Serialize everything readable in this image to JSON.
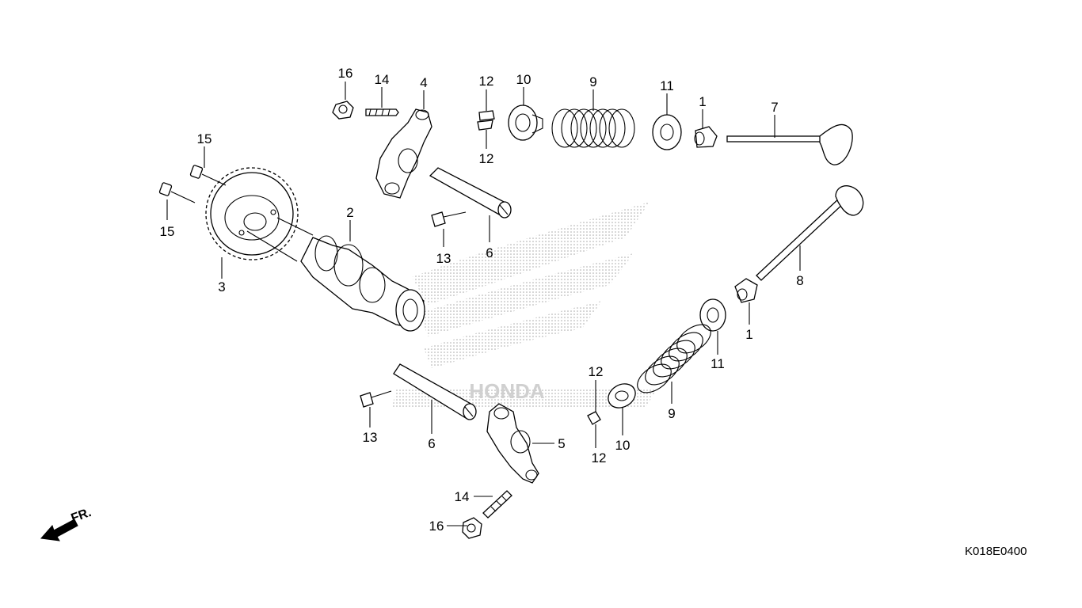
{
  "diagram": {
    "title": "Camshaft / Valve exploded parts diagram",
    "catalog_code": "K018E0400",
    "direction_label": "FR.",
    "watermark_text": "HONDA",
    "callouts": {
      "c1a": "1",
      "c1b": "1",
      "c2": "2",
      "c3": "3",
      "c4": "4",
      "c5": "5",
      "c6a": "6",
      "c6b": "6",
      "c7": "7",
      "c8": "8",
      "c9a": "9",
      "c9b": "9",
      "c10a": "10",
      "c10b": "10",
      "c11a": "11",
      "c11b": "11",
      "c12a": "12",
      "c12b": "12",
      "c12c": "12",
      "c12d": "12",
      "c13a": "13",
      "c13b": "13",
      "c14a": "14",
      "c14b": "14",
      "c15a": "15",
      "c15b": "15",
      "c16a": "16",
      "c16b": "16"
    }
  }
}
